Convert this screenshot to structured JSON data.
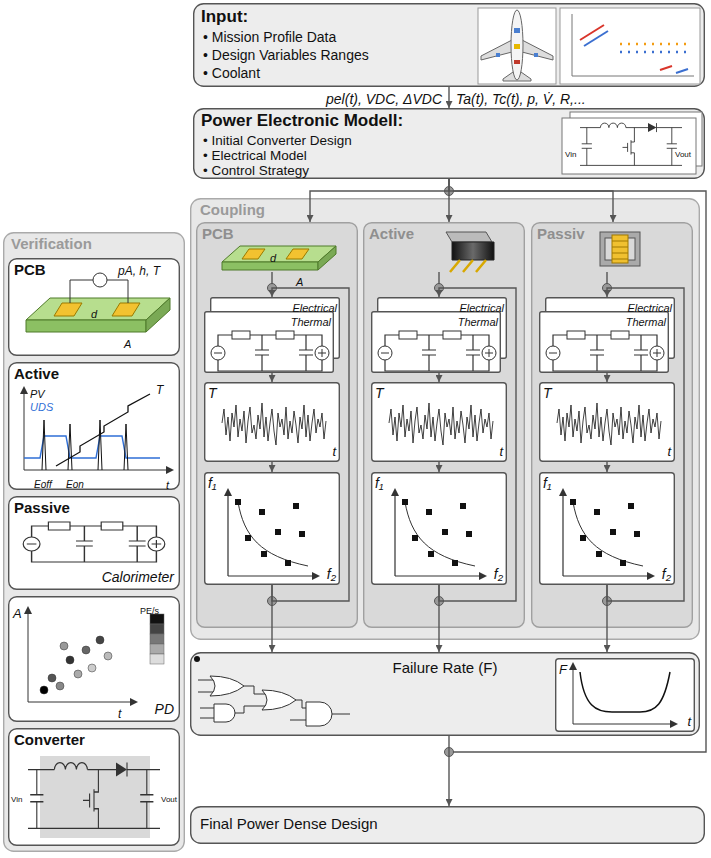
{
  "diagram": {
    "nodes": [
      {
        "text": [
          "Input:",
          "• Mission Profile Data",
          "• Design Variables Ranges",
          "• Coolant"
        ]
      },
      {
        "text": [
          "Power Electronic Modell:",
          "• Initial Converter Design",
          "• Electrical Model",
          "• Control Strategy"
        ]
      },
      {
        "text": [
          "Verification"
        ]
      },
      {
        "text": [
          "PCB"
        ],
        "in": 2
      },
      {
        "text": [
          "Active"
        ],
        "in": 2
      },
      {
        "text": [
          "Passive",
          "Calorimeter"
        ],
        "in": 2
      },
      {
        "text": [
          "PD"
        ],
        "in": 2
      },
      {
        "text": [
          "Converter"
        ],
        "in": 2
      },
      {
        "text": [
          "Coupling"
        ]
      },
      {
        "text": [
          "PCB"
        ],
        "in": 8
      },
      {
        "text": [
          "Electrical",
          "Thermal"
        ],
        "in": 9
      },
      {
        "text": [
          "T",
          "t"
        ],
        "in": 9
      },
      {
        "text": [
          "f₁",
          "f₂"
        ],
        "in": 9
      },
      {
        "text": [
          "Active"
        ],
        "in": 8
      },
      {
        "text": [
          "Electrical",
          "Thermal"
        ],
        "in": 13
      },
      {
        "text": [
          "T",
          "t"
        ],
        "in": 13
      },
      {
        "text": [
          "f₁",
          "f₂"
        ],
        "in": 13
      },
      {
        "text": [
          "Passiv"
        ],
        "in": 8
      },
      {
        "text": [
          "Electrical",
          "Thermal"
        ],
        "in": 17
      },
      {
        "text": [
          "T",
          "t"
        ],
        "in": 17
      },
      {
        "text": [
          "f₁",
          "f₂"
        ],
        "in": 17
      },
      {
        "text": [
          "Failure Rate (F)"
        ]
      },
      {
        "text": [
          "F",
          "t"
        ],
        "in": 21
      },
      {
        "text": [
          "Final Power Dense Design"
        ]
      }
    ],
    "edges": [
      {
        "from": 0,
        "to": 1,
        "arrow": "to"
      },
      {
        "from": 1,
        "to": 9,
        "arrow": "to"
      },
      {
        "from": 1,
        "to": 13,
        "arrow": "to"
      },
      {
        "from": 1,
        "to": 17,
        "arrow": "to"
      },
      {
        "from": 10,
        "to": 11,
        "arrow": "to"
      },
      {
        "from": 11,
        "to": 12,
        "arrow": "to"
      },
      {
        "from": 12,
        "to": 10,
        "arrow": "to"
      },
      {
        "from": 12,
        "to": 21,
        "arrow": "to"
      },
      {
        "from": 14,
        "to": 15,
        "arrow": "to"
      },
      {
        "from": 15,
        "to": 16,
        "arrow": "to"
      },
      {
        "from": 16,
        "to": 14,
        "arrow": "to"
      },
      {
        "from": 16,
        "to": 21,
        "arrow": "to"
      },
      {
        "from": 18,
        "to": 19,
        "arrow": "to"
      },
      {
        "from": 19,
        "to": 20,
        "arrow": "to"
      },
      {
        "from": 20,
        "to": 18,
        "arrow": "to"
      },
      {
        "from": 20,
        "to": 21,
        "arrow": "to"
      },
      {
        "from": 21,
        "to": 23,
        "arrow": "to"
      }
    ],
    "labels": [
      "pel(t), VDC, ΔVDC",
      "Ta(t), Tc(t), p, V̇, R,...",
      "Vin",
      "Vout",
      "pA, h, T",
      "d",
      "A",
      "PV",
      "UDS",
      "T",
      "Eoff",
      "Eon",
      "t",
      "A",
      "t",
      "PE/s",
      "Vin",
      "Vout",
      "d",
      "A"
    ]
  }
}
